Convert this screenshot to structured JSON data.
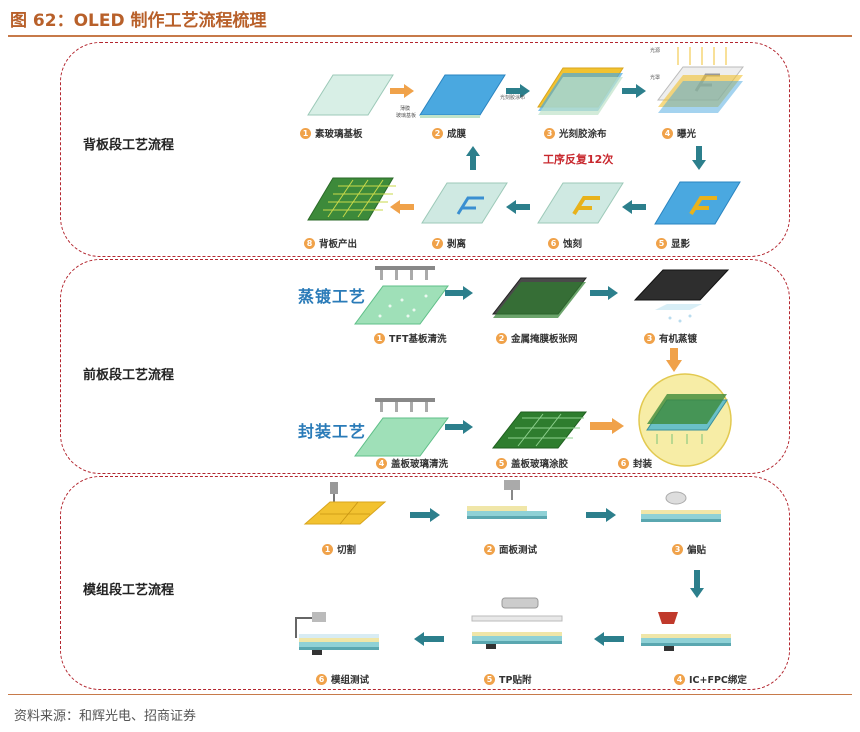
{
  "header": {
    "title": "图 62：OLED 制作工艺流程梳理"
  },
  "footer": {
    "source": "资料来源：和辉光电、招商证券"
  },
  "colors": {
    "accent": "#b8602a",
    "panel_border": "#b3262f",
    "step_number": "#f0a24a",
    "arrow_orange": "#f0a24a",
    "arrow_teal": "#2c7f8c"
  },
  "backplane": {
    "label": "背板段工艺流程",
    "repeat_note": "工序反复12次",
    "steps": [
      {
        "num": "1",
        "label": "素玻璃基板"
      },
      {
        "num": "2",
        "label": "成膜"
      },
      {
        "num": "3",
        "label": "光刻胶涂布"
      },
      {
        "num": "4",
        "label": "曝光"
      },
      {
        "num": "5",
        "label": "显影"
      },
      {
        "num": "6",
        "label": "蚀刻"
      },
      {
        "num": "7",
        "label": "剥离"
      },
      {
        "num": "8",
        "label": "背板产出"
      }
    ],
    "tiny_labels": {
      "film": "薄膜",
      "glass": "玻璃基板",
      "photoresist": "光刻胶涂布",
      "light": "光源",
      "mask": "光罩"
    }
  },
  "frontplane": {
    "label": "前板段工艺流程",
    "evap_title": "蒸镀工艺",
    "seal_title": "封装工艺",
    "steps": [
      {
        "num": "1",
        "label": "TFT基板清洗"
      },
      {
        "num": "2",
        "label": "金属掩膜板张网"
      },
      {
        "num": "3",
        "label": "有机蒸镀"
      },
      {
        "num": "4",
        "label": "盖板玻璃清洗"
      },
      {
        "num": "5",
        "label": "盖板玻璃涂胶"
      },
      {
        "num": "6",
        "label": "封装"
      }
    ]
  },
  "module": {
    "label": "模组段工艺流程",
    "steps": [
      {
        "num": "1",
        "label": "切割"
      },
      {
        "num": "2",
        "label": "面板测试"
      },
      {
        "num": "3",
        "label": "偏贴"
      },
      {
        "num": "4",
        "label": "IC+FPC绑定"
      },
      {
        "num": "5",
        "label": "TP贴附"
      },
      {
        "num": "6",
        "label": "模组测试"
      }
    ]
  }
}
